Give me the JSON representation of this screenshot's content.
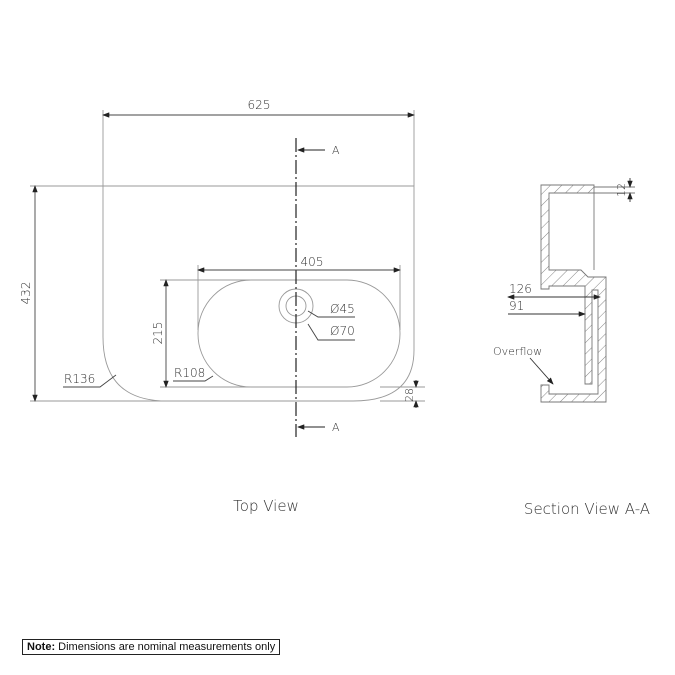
{
  "top_view": {
    "title": "Top View",
    "dims": {
      "width": "625",
      "height": "432",
      "basin_width": "405",
      "basin_depth": "215",
      "outer_radius": "R136",
      "basin_radius": "R108",
      "offset": "28",
      "hole_inner": "Ø45",
      "hole_outer": "Ø70"
    },
    "section_marker": "A"
  },
  "section_view": {
    "title": "Section View A-A",
    "dims": {
      "top_thickness": "12",
      "depth_outer": "126",
      "depth_inner": "91"
    },
    "overflow_label": "Overflow"
  },
  "note": {
    "label": "Note:",
    "text": "Dimensions are nominal measurements only"
  }
}
